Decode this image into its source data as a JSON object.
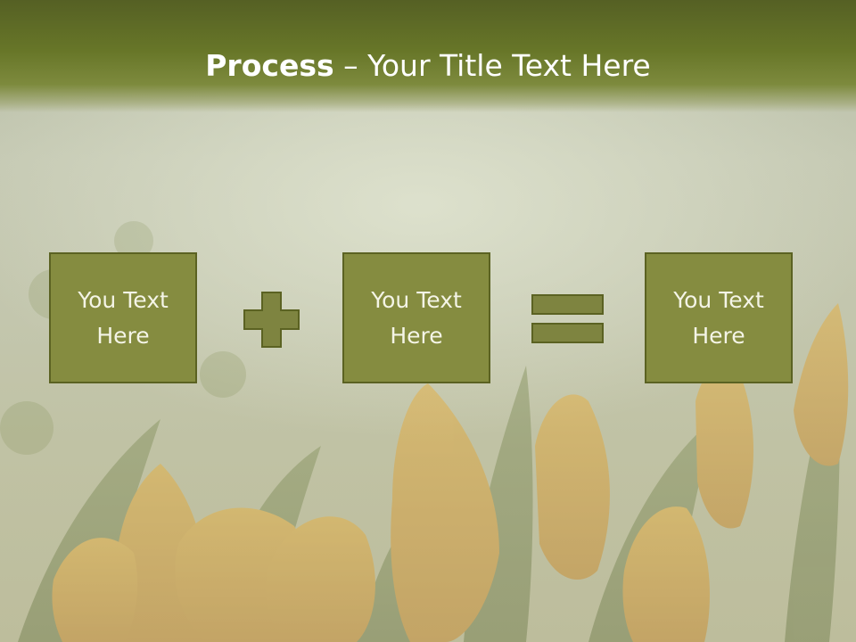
{
  "slide": {
    "title_bold": "Process",
    "title_rest": " – Your Title Text Here",
    "boxes": [
      {
        "text": "You Text Here"
      },
      {
        "text": "You Text Here"
      },
      {
        "text": "You Text Here"
      }
    ],
    "operators": {
      "first": "plus-icon",
      "second": "equals-icon"
    }
  },
  "colors": {
    "title_bar": "#677628",
    "box_fill": "#858c40",
    "box_border": "#5b6222",
    "operator_fill": "#7e8440",
    "background": "#c3c6ad",
    "text": "#ffffff"
  }
}
